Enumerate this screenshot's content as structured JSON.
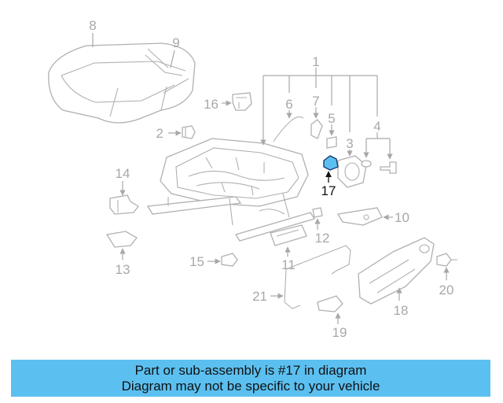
{
  "diagram": {
    "callouts": [
      "1",
      "2",
      "3",
      "4",
      "5",
      "6",
      "7",
      "8",
      "9",
      "10",
      "11",
      "12",
      "13",
      "14",
      "15",
      "16",
      "17",
      "18",
      "19",
      "20",
      "21"
    ],
    "highlighted_part": "17",
    "highlight_color": "#5bc0f0"
  },
  "banner": {
    "line1": "Part or sub-assembly is #17 in diagram",
    "line2": "Diagram may not be specific to your vehicle",
    "background": "#5bc0f0"
  }
}
